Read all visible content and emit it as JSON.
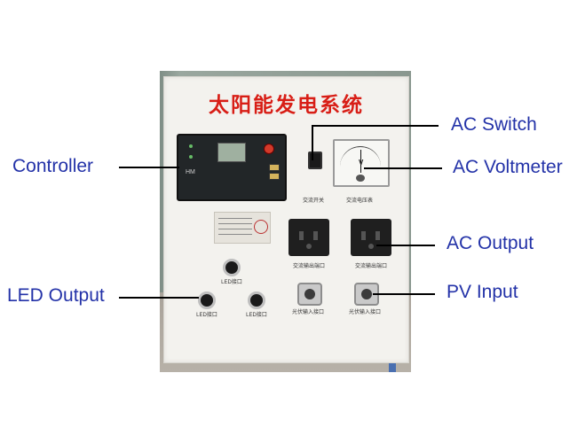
{
  "photo": {
    "cabinet_title": "太阳能发电系统",
    "controller_brand": "HM",
    "switch_tag": "交流开关",
    "voltmeter_symbol": "V",
    "voltmeter_tag": "交流电压表",
    "outlet_tag_left": "交流输出端口",
    "outlet_tag_right": "交流输出端口",
    "led_tag_top": "LED接口",
    "led_tag_left": "LED接口",
    "led_tag_right": "LED接口",
    "pv_tag_left": "光伏输入接口",
    "pv_tag_right": "光伏输入接口"
  },
  "callouts": {
    "controller": "Controller",
    "ac_switch": "AC Switch",
    "ac_voltmeter": "AC Voltmeter",
    "ac_output": "AC Output",
    "led_output": "LED Output",
    "pv_input": "PV Input"
  },
  "colors": {
    "callout_text": "#2332a8",
    "cabinet_title": "#d81e16",
    "leader_line": "#000000"
  }
}
